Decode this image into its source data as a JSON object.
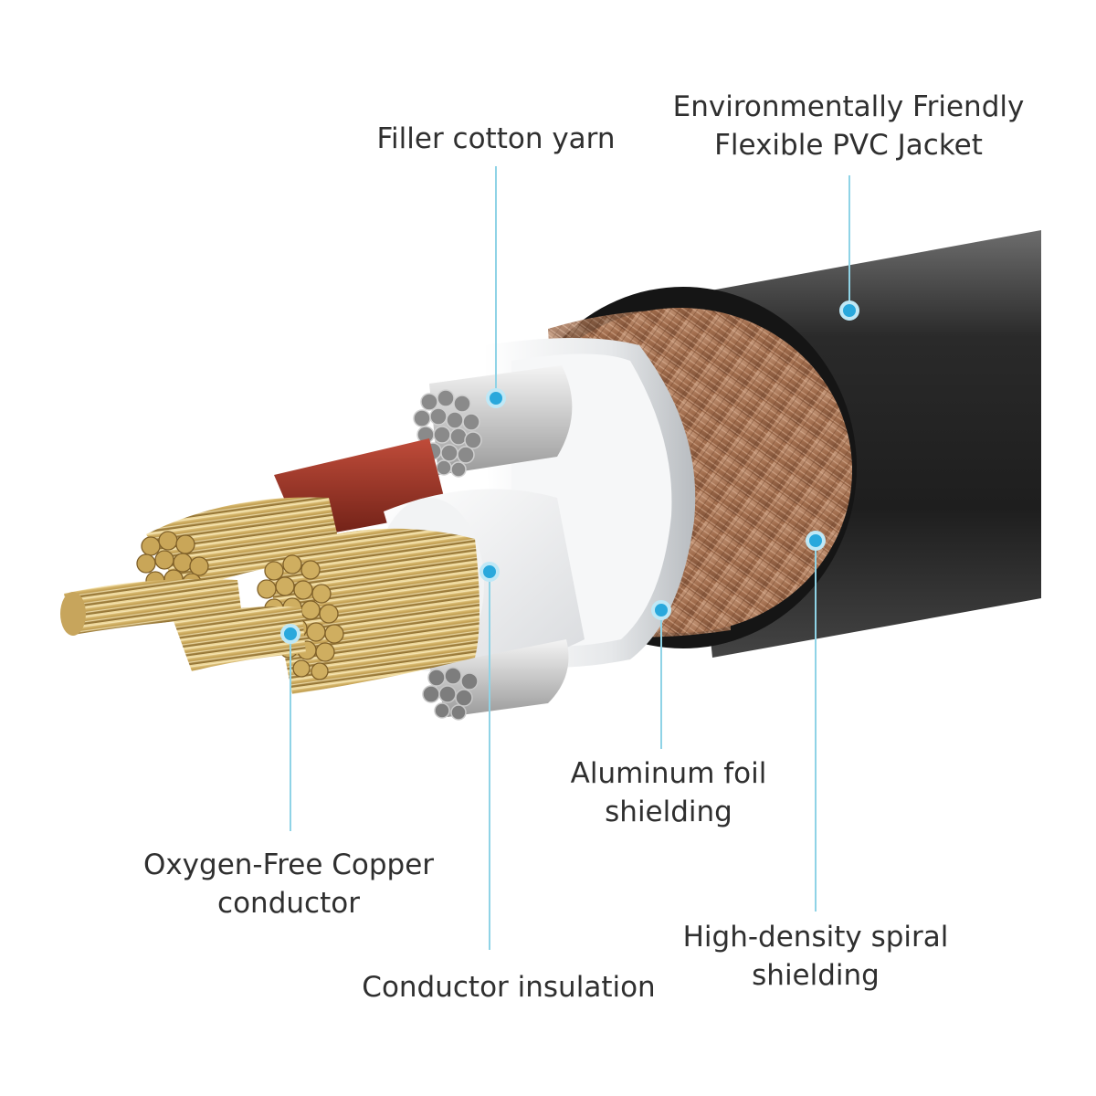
{
  "theme": {
    "leader_color": "#8fd3e6",
    "marker_color": "#29a8dc",
    "jacket_color": "#2b2b2b",
    "braid_color": "#b07a58",
    "copper_color": "#d4b36a",
    "insulation_red": "#9b3426",
    "foil_color": "#eceef0"
  },
  "callouts": {
    "filler": {
      "lines": [
        "Filler cotton yarn"
      ]
    },
    "jacket": {
      "lines": [
        "Environmentally Friendly",
        "Flexible PVC Jacket"
      ]
    },
    "foil": {
      "lines": [
        "Aluminum foil",
        "shielding"
      ]
    },
    "copper": {
      "lines": [
        "Oxygen-Free Copper",
        "conductor"
      ]
    },
    "insulation": {
      "lines": [
        "Conductor insulation"
      ]
    },
    "spiral": {
      "lines": [
        "High-density spiral",
        "shielding"
      ]
    }
  }
}
